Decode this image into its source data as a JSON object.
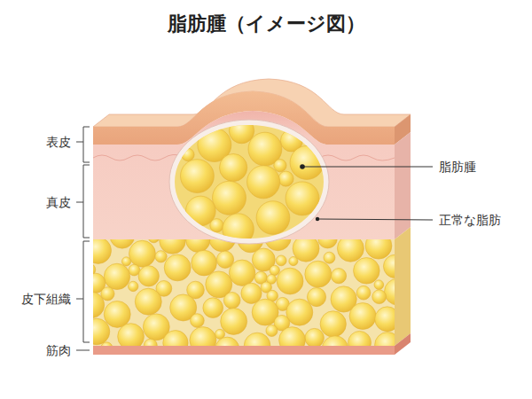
{
  "diagram": {
    "title": "脂肪腫（イメージ図）",
    "labels": [
      "表皮",
      "真皮",
      "皮下組織",
      "筋肉",
      "脂肪腫",
      "正常な脂肪"
    ]
  }
}
